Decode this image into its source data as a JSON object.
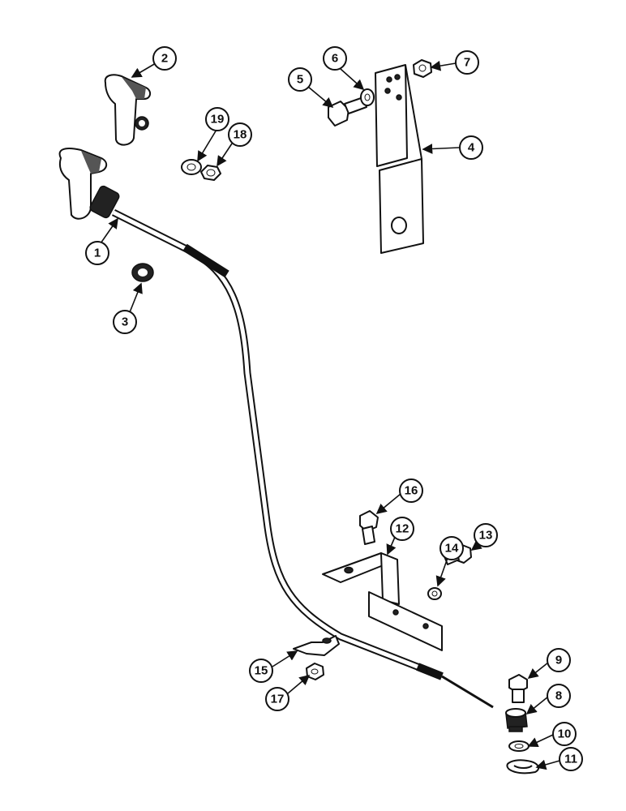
{
  "diagram": {
    "parts": [
      {
        "id": "1",
        "name": "cable-knob"
      },
      {
        "id": "2",
        "name": "knob"
      },
      {
        "id": "3",
        "name": "nut"
      },
      {
        "id": "4",
        "name": "bracket"
      },
      {
        "id": "5",
        "name": "bolt"
      },
      {
        "id": "6",
        "name": "washer"
      },
      {
        "id": "7",
        "name": "nut"
      },
      {
        "id": "8",
        "name": "swivel"
      },
      {
        "id": "9",
        "name": "bolt"
      },
      {
        "id": "10",
        "name": "washer"
      },
      {
        "id": "11",
        "name": "clip"
      },
      {
        "id": "12",
        "name": "bracket"
      },
      {
        "id": "13",
        "name": "bolt"
      },
      {
        "id": "14",
        "name": "washer"
      },
      {
        "id": "15",
        "name": "clamp"
      },
      {
        "id": "16",
        "name": "bolt"
      },
      {
        "id": "17",
        "name": "nut"
      },
      {
        "id": "18",
        "name": "nut"
      },
      {
        "id": "19",
        "name": "washer"
      }
    ]
  }
}
